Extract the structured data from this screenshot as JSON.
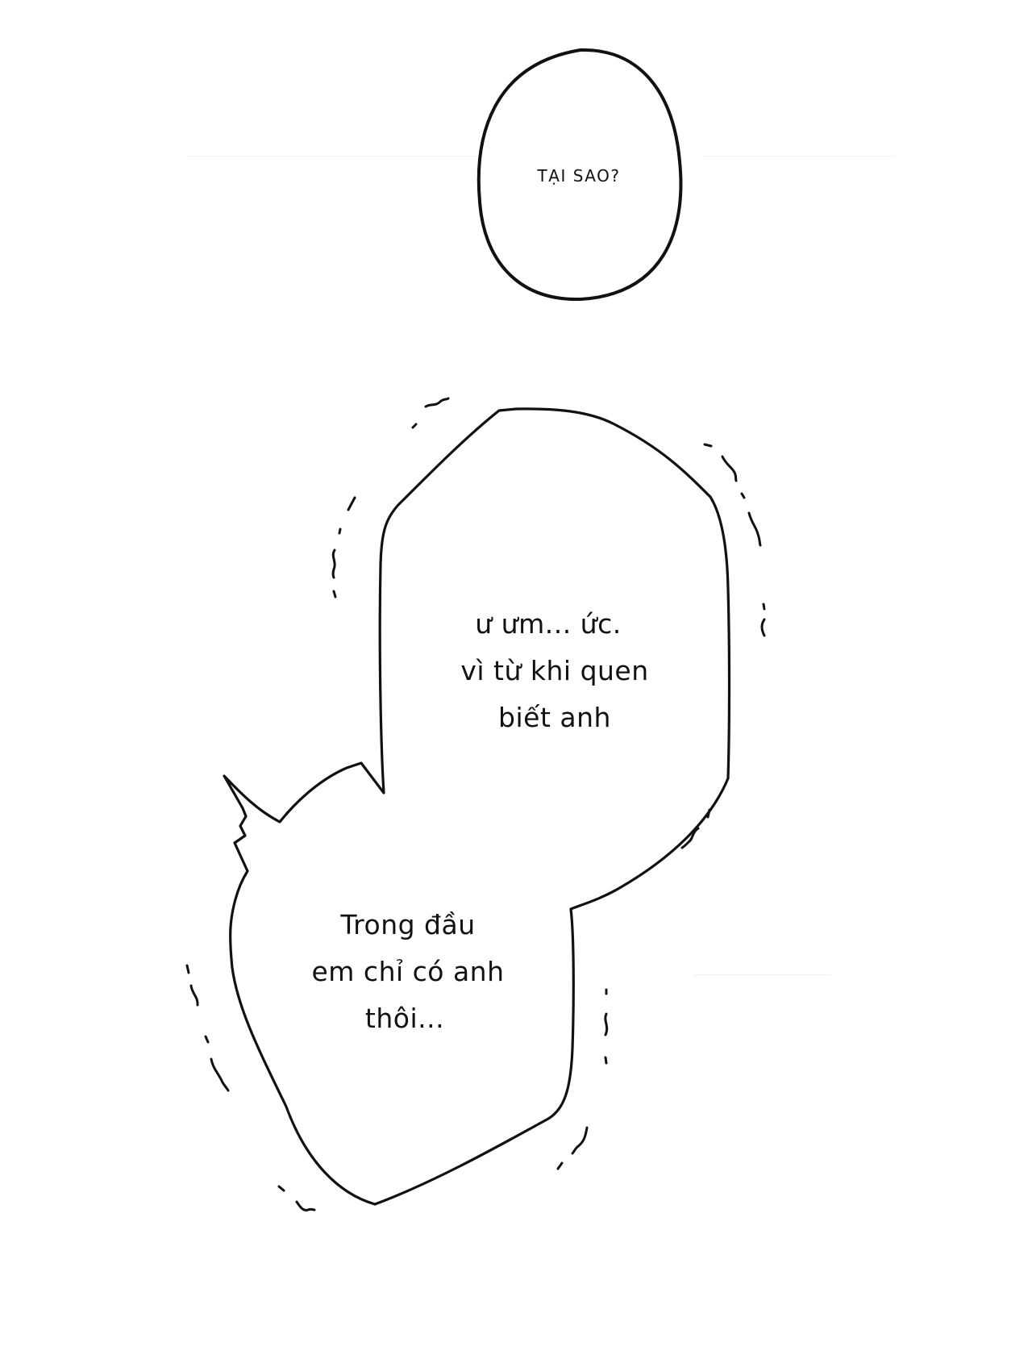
{
  "page": {
    "type": "manga-speech-bubbles",
    "background_color": "#ffffff",
    "ink_color": "#111111"
  },
  "bubbles": [
    {
      "id": "question-bubble",
      "shape": "oval",
      "lines": [
        "TẠI SAO?"
      ]
    },
    {
      "id": "upper-trembling-bubble",
      "shape": "trembling-polygon",
      "lines": [
        "ư ưm... ức.",
        "vì từ khi quen",
        "biết anh"
      ]
    },
    {
      "id": "lower-trembling-bubble",
      "shape": "trembling-polygon-with-tail",
      "lines": [
        "Trong đầu",
        "em chỉ có anh",
        "thôi..."
      ]
    }
  ]
}
